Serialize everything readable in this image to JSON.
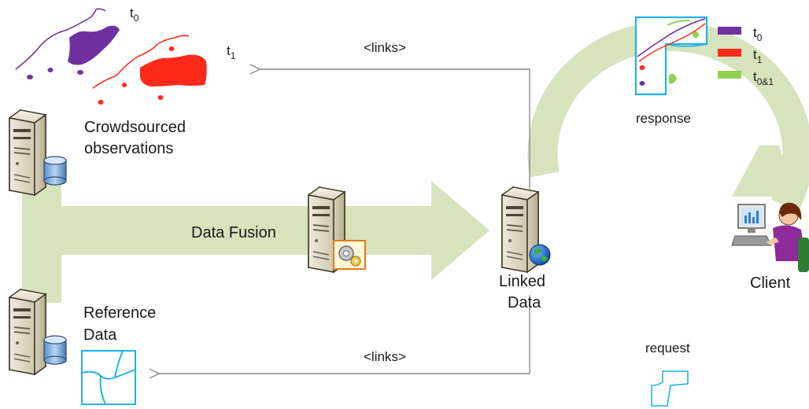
{
  "nodes": {
    "crowdsourced": {
      "label_line1": "Crowdsourced",
      "label_line2": "observations",
      "icon": "database-server-icon"
    },
    "reference": {
      "label_line1": "Reference",
      "label_line2": "Data",
      "icon": "database-server-icon"
    },
    "fusion": {
      "label": "Data Fusion",
      "icon": "gear-server-icon"
    },
    "linked": {
      "label_line1": "Linked",
      "label_line2": "Data",
      "icon": "globe-server-icon"
    },
    "client": {
      "label": "Client",
      "icon": "user-at-computer-icon"
    }
  },
  "links": {
    "top_label": "<links>",
    "bottom_label": "<links>"
  },
  "cycle": {
    "response_label": "response",
    "request_label": "request"
  },
  "time_labels": {
    "t0": {
      "base": "t",
      "sub": "0"
    },
    "t1": {
      "base": "t",
      "sub": "1"
    }
  },
  "legend": {
    "items": [
      {
        "base": "t",
        "sub": "0",
        "color": "#7030a0"
      },
      {
        "base": "t",
        "sub": "1",
        "color": "#ff2a1a"
      },
      {
        "base": "t",
        "sub": "0&1",
        "color": "#92d050"
      }
    ]
  },
  "colors": {
    "flow_arrow": "#d6e3bc",
    "line_purple": "#7030a0",
    "line_red": "#ff2a1a",
    "line_green": "#92d050",
    "map_blue": "#1fb3e6",
    "link_line": "#8a8a8a"
  }
}
